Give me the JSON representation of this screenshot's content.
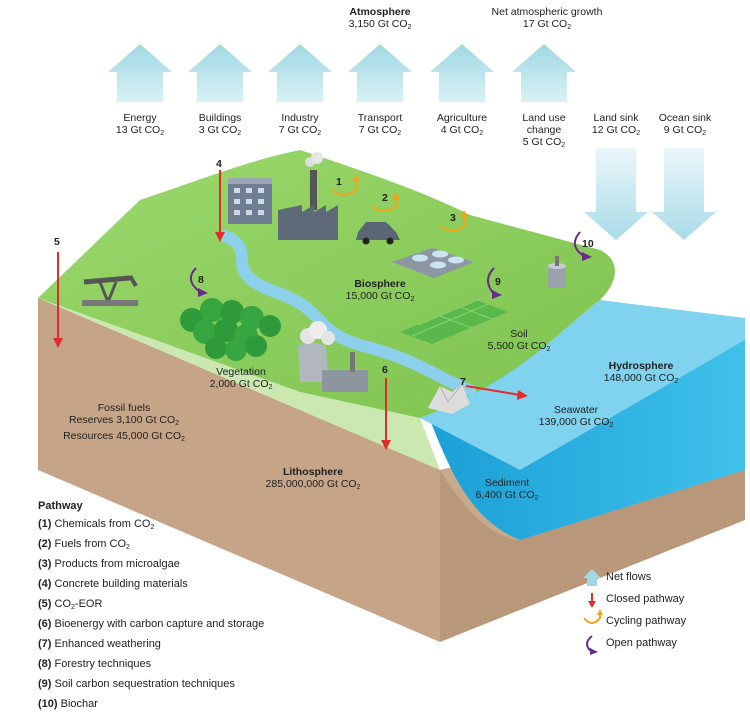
{
  "atmosphere": {
    "title": "Atmosphere",
    "value": "3,150 Gt CO",
    "sub": "2"
  },
  "net_growth": {
    "title": "Net atmospheric growth",
    "value": "17 Gt CO",
    "sub": "2"
  },
  "emissions": [
    {
      "name": "Energy",
      "value": "13 Gt CO",
      "sub": "2"
    },
    {
      "name": "Buildings",
      "value": "3 Gt CO",
      "sub": "2"
    },
    {
      "name": "Industry",
      "value": "7 Gt CO",
      "sub": "2"
    },
    {
      "name": "Transport",
      "value": "7 Gt CO",
      "sub": "2"
    },
    {
      "name": "Agriculture",
      "value": "4 Gt CO",
      "sub": "2"
    }
  ],
  "land_use": {
    "line1": "Land use",
    "line2": "change",
    "value": "5 Gt CO",
    "sub": "2"
  },
  "sinks": [
    {
      "name": "Land sink",
      "value": "12 Gt CO",
      "sub": "2"
    },
    {
      "name": "Ocean sink",
      "value": "9 Gt CO",
      "sub": "2"
    }
  ],
  "reservoirs": {
    "biosphere": {
      "title": "Biosphere",
      "value": "15,000 Gt CO",
      "sub": "2"
    },
    "soil": {
      "title": "Soil",
      "value": "5,500 Gt CO",
      "sub": "2"
    },
    "vegetation": {
      "title": "Vegetation",
      "value": "2,000 Gt CO",
      "sub": "2"
    },
    "hydrosphere": {
      "title": "Hydrosphere",
      "value": "148,000 Gt CO",
      "sub": "2"
    },
    "seawater": {
      "title": "Seawater",
      "value": "139,000 Gt CO",
      "sub": "2"
    },
    "sediment": {
      "title": "Sediment",
      "value": "6,400 Gt CO",
      "sub": "2"
    },
    "lithosphere": {
      "title": "Lithosphere",
      "value": "285,000,000 Gt CO",
      "sub": "2"
    },
    "fossil": {
      "title": "Fossil fuels",
      "reserves": "Reserves 3,100 Gt CO",
      "resources": "Resources 45,000 Gt CO",
      "sub": "2"
    }
  },
  "markers": {
    "m1": "1",
    "m2": "2",
    "m3": "3",
    "m4": "4",
    "m5": "5",
    "m6": "6",
    "m7": "7",
    "m8": "8",
    "m9": "9",
    "m10": "10"
  },
  "pathway_legend": {
    "title": "Pathway",
    "items": [
      {
        "num": "(1)",
        "text": "Chemicals from CO",
        "sub": "2",
        "tail": ""
      },
      {
        "num": "(2)",
        "text": "Fuels from CO",
        "sub": "2",
        "tail": ""
      },
      {
        "num": "(3)",
        "text": "Products from microalgae",
        "sub": "",
        "tail": ""
      },
      {
        "num": "(4)",
        "text": "Concrete building materials",
        "sub": "",
        "tail": ""
      },
      {
        "num": "(5)",
        "text": "CO",
        "sub": "2",
        "tail": "-EOR"
      },
      {
        "num": "(6)",
        "text": "Bioenergy with carbon capture and storage",
        "sub": "",
        "tail": ""
      },
      {
        "num": "(7)",
        "text": "Enhanced weathering",
        "sub": "",
        "tail": ""
      },
      {
        "num": "(8)",
        "text": "Forestry techniques",
        "sub": "",
        "tail": ""
      },
      {
        "num": "(9)",
        "text": "Soil carbon sequestration techniques",
        "sub": "",
        "tail": ""
      },
      {
        "num": "(10)",
        "text": "Biochar",
        "sub": "",
        "tail": ""
      }
    ]
  },
  "key_legend": {
    "net_flows": "Net flows",
    "closed": "Closed pathway",
    "cycling": "Cycling pathway",
    "open": "Open pathway"
  },
  "colors": {
    "arrow_up": "#a8dde6",
    "arrow_down": "#b9e3ee",
    "land_top": "#8fd061",
    "earth": "#c9a78a",
    "ocean": "#1aa8dc",
    "closed_red": "#e32b2b",
    "cycling_orange": "#f0a418",
    "open_purple": "#6a2a8a"
  }
}
